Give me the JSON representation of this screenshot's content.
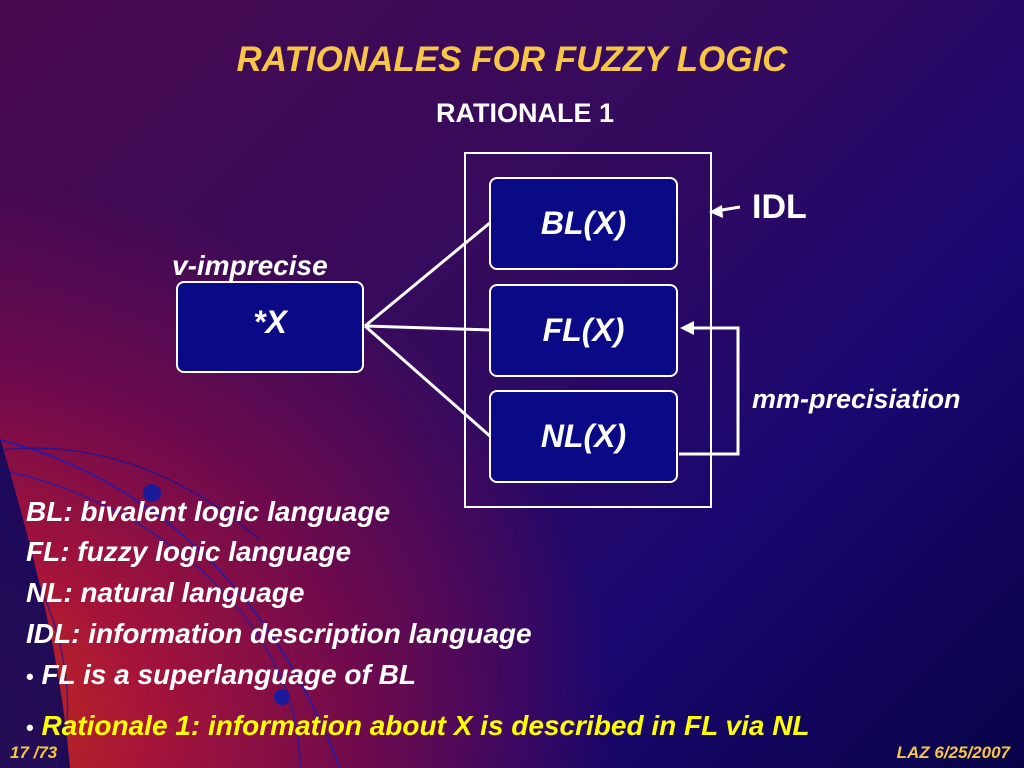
{
  "slide": {
    "title": "RATIONALES FOR FUZZY LOGIC",
    "subtitle": "RATIONALE 1",
    "boxes": {
      "x": "*X",
      "bl": "BL(X)",
      "fl": "FL(X)",
      "nl": "NL(X)"
    },
    "labels": {
      "v_imprecise": "v-imprecise",
      "idl": "IDL",
      "mm_precisiation": "mm-precisiation"
    },
    "definitions": [
      "BL: bivalent logic language",
      "FL: fuzzy logic language",
      "NL: natural language",
      "IDL: information description language"
    ],
    "bullets": [
      "FL is a superlanguage of BL",
      "Rationale 1: information about X is described in FL via NL"
    ],
    "bullet_char": "•",
    "footer": {
      "page": "17 /73",
      "author_date": "LAZ 6/25/2007"
    }
  },
  "colors": {
    "title": "#f7c648",
    "box_fill": "#0a0a86",
    "highlight": "#ffff00",
    "text": "#ffffff"
  }
}
